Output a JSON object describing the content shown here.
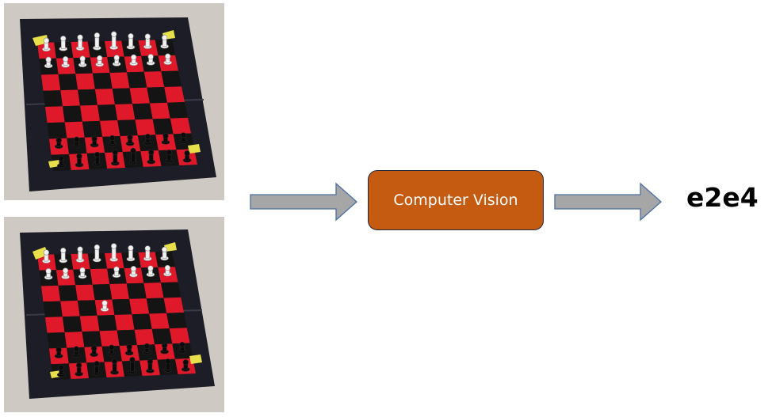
{
  "diagram": {
    "process_box": {
      "label": "Computer Vision"
    },
    "output": {
      "label": "e2e4"
    },
    "inputs": [
      {
        "description": "board-before-move"
      },
      {
        "description": "board-after-move"
      }
    ],
    "colors": {
      "process_fill": "#c55a11",
      "process_border": "#1f2a44",
      "arrow_fill": "#a6a6a6",
      "arrow_stroke": "#4a6fa5",
      "board_red": "#e0192a",
      "board_black": "#141414",
      "board_frame": "#1c1d26",
      "background_photo": "#cfc9c3"
    }
  }
}
